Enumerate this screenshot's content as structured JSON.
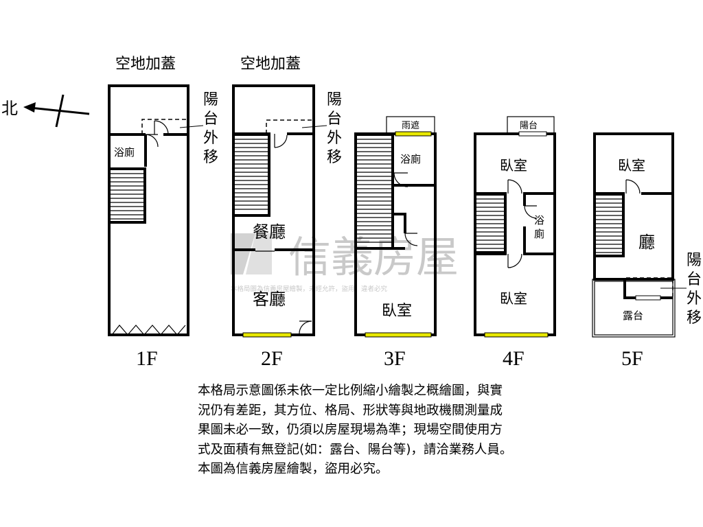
{
  "north": {
    "label": "北"
  },
  "floors": [
    {
      "name": "1F",
      "rooms": {
        "extension": "空地加蓋",
        "bath": "浴廁",
        "balcony": [
          "陽",
          "台",
          "外",
          "移"
        ]
      }
    },
    {
      "name": "2F",
      "rooms": {
        "extension": "空地加蓋",
        "dining": "餐廳",
        "living": "客廳",
        "balcony": [
          "陽",
          "台",
          "外",
          "移"
        ]
      }
    },
    {
      "name": "3F",
      "rooms": {
        "canopy": "雨遮",
        "bath": "浴廁",
        "bedroom": "臥室"
      }
    },
    {
      "name": "4F",
      "rooms": {
        "balcony": "陽台",
        "bedroom_top": "臥室",
        "bath": [
          "浴",
          "廁"
        ],
        "bedroom_bottom": "臥室"
      }
    },
    {
      "name": "5F",
      "rooms": {
        "bedroom": "臥室",
        "hall": "廳",
        "terrace": "露台",
        "balcony": [
          "陽",
          "台",
          "外",
          "移"
        ]
      }
    }
  ],
  "watermark": {
    "brand": "信義房屋",
    "notice": "本格局圖為信義房屋繪製，未經允許，盜用，違者必究"
  },
  "disclaimer": [
    "本格局示意圖係未依一定比例縮小繪製之概繪圖，與實",
    "況仍有差距，其方位、格局、形狀等與地政機關測量成",
    "果圖未必一致，仍須以房屋現場為準；現場空間使用方",
    "式及面積有無登記(如：露台、陽台等)，請洽業務人員。",
    "本圖為信義房屋繪製，盜用必究。"
  ],
  "colors": {
    "window": "#e8e800",
    "wall": "#000000",
    "watermark": "#c9c9c9"
  }
}
